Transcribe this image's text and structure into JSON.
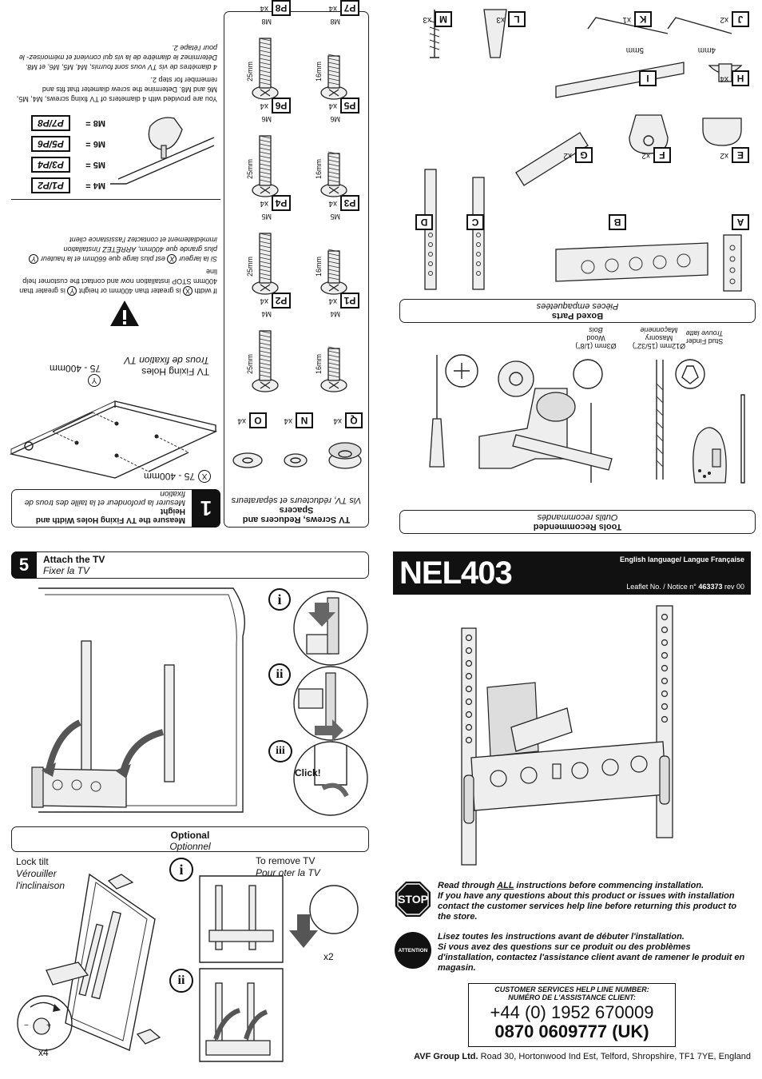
{
  "tools": {
    "title": "Tools Recommended",
    "subtitle": "Outils recommandés",
    "stud_finder": "Stud Finder",
    "stud_finder_fr": "Trouve latte",
    "masonry_drill": "Ø12mm (15/32\")",
    "masonry_en": "Masonry",
    "masonry_fr": "Maçonnerie",
    "wood_drill": "Ø3mm (1/8\")",
    "wood_en": "Wood",
    "wood_fr": "Bois"
  },
  "boxed_parts": {
    "title": "Boxed Parts",
    "subtitle": "Pièces empaquetées",
    "labels": [
      "A",
      "B",
      "C",
      "D",
      "E",
      "F",
      "G",
      "H",
      "I",
      "J",
      "K",
      "L",
      "M"
    ],
    "qty": {
      "E": "x2",
      "F": "x2",
      "G": "x2",
      "H": "x4",
      "J": "x2",
      "K": "x1",
      "L": "x3",
      "M": "x3"
    },
    "hex_keys": {
      "J": "4mm",
      "K": "5mm"
    }
  },
  "screws": {
    "title": "TV Screws, Reducers and Spacers",
    "subtitle": "Vis TV, réducteurs et séparateurs",
    "items": [
      {
        "code": "P8",
        "qty": "x4",
        "size": "M8",
        "len": "25mm"
      },
      {
        "code": "P7",
        "qty": "x4",
        "size": "M8",
        "len": "16mm"
      },
      {
        "code": "P6",
        "qty": "x4",
        "size": "M6",
        "len": "25mm"
      },
      {
        "code": "P5",
        "qty": "x4",
        "size": "M6",
        "len": "16mm"
      },
      {
        "code": "P4",
        "qty": "x4",
        "size": "M5",
        "len": "25mm"
      },
      {
        "code": "P3",
        "qty": "x4",
        "size": "M5",
        "len": "16mm"
      },
      {
        "code": "P2",
        "qty": "x4",
        "size": "M4",
        "len": "25mm"
      },
      {
        "code": "P1",
        "qty": "x4",
        "size": "M4",
        "len": "16mm"
      }
    ],
    "spacers": [
      {
        "code": "O",
        "qty": "x4"
      },
      {
        "code": "N",
        "qty": "x4"
      },
      {
        "code": "Q",
        "qty": "x4"
      }
    ]
  },
  "step1": {
    "number": "1",
    "title": "Measure the TV Fixing Holes Width and Height",
    "subtitle": "Mesurer la profondeur et la taille des trous de fixation",
    "width_label": "75 - 400mm",
    "height_label": "75 - 400mm",
    "x_symbol": "X",
    "y_symbol": "Y",
    "tv_holes": "TV Fixing Holes",
    "tv_holes_fr": "Trous de fixation TV",
    "warning_en_1": "If width",
    "warning_en_2": "is greater than 400mm or height",
    "warning_en_3": "is greater than 400mm STOP installation now and contact the customer help line",
    "warning_fr_1": "Si la largeur",
    "warning_fr_2": "est plus large que 660mm et la hauteur",
    "warning_fr_3": "plus grande que 400mm, ARRÊTEZ l'installation immédiatement et contactez l'assistance client",
    "screw_map": [
      {
        "size": "M4 =",
        "codes": "P1/P2"
      },
      {
        "size": "M5 =",
        "codes": "P3/P4"
      },
      {
        "size": "M6 =",
        "codes": "P5/P6"
      },
      {
        "size": "M8 =",
        "codes": "P7/P8"
      }
    ],
    "diam_en": "You are provided with 4 diameters of TV fixing screws, M4, M5, M6 and M8. Determine the screw diameter that fits and remember for step 2.",
    "diam_fr": "4 diamètres de vis TV vous sont fournis, M4, M5, M6, et M8. Déterminez le diamètre de la vis qui convient et mémorisez- le pour l'étape 2."
  },
  "step5": {
    "number": "5",
    "title": "Attach the TV",
    "subtitle": "Fixer la TV",
    "sub_i": "i",
    "sub_ii": "ii",
    "sub_iii": "iii",
    "click": "Click!"
  },
  "optional": {
    "title": "Optional",
    "subtitle": "Optionnel",
    "lock_tilt": "Lock tilt",
    "lock_tilt_fr_1": "Vérouiller",
    "lock_tilt_fr_2": "l'inclinaison",
    "x4": "x4",
    "remove_tv": "To remove TV",
    "remove_tv_fr": "Pour oter la TV",
    "x2": "x2",
    "sub_i": "i",
    "sub_ii": "ii"
  },
  "cover": {
    "model": "NEL403",
    "language": "English language/ Langue Française",
    "leaflet_prefix": "Leaflet No. / Notice n°",
    "leaflet_no": "463373",
    "leaflet_rev": "rev 00"
  },
  "notices": {
    "stop_sign": "STOP",
    "stop_line1_pre": "Read through ",
    "stop_line1_all": "ALL",
    "stop_line1_post": " instructions before commencing installation.",
    "stop_line2": "If you have any questions about this product or issues with installation contact the customer services help line before returning this product to the store.",
    "attention_sign": "ATTENTION",
    "fr_line1": "Lisez toutes les instructions avant de débuter l'installation.",
    "fr_line2": "Si vous avez des questions sur ce produit ou des problèmes d'installation, contactez l'assistance client avant de ramener le produit en magasin."
  },
  "helpline": {
    "title": "CUSTOMER SERVICES HELP LINE NUMBER:",
    "title_fr": "NUMÉRO DE L'ASSISTANCE CLIENT:",
    "phone1": "+44 (0) 1952 670009",
    "phone2": "0870 0609777 (UK)"
  },
  "footer": {
    "company": "AVF Group Ltd.",
    "address": "Road 30, Hortonwood Ind Est, Telford, Shropshire, TF1 7YE, England"
  },
  "colors": {
    "banner": "#111111",
    "outline": "#222222"
  }
}
